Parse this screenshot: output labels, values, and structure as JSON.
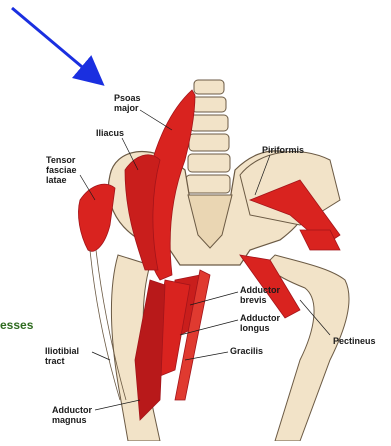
{
  "labels": {
    "psoas_major": "Psoas\nmajor",
    "iliacus": "Iliacus",
    "tensor_fasciae_latae": "Tensor\nfasciae\nlatae",
    "piriformis": "Piriformis",
    "adductor_brevis": "Adductor\nbrevis",
    "adductor_longus": "Adductor\nlongus",
    "gracilis": "Gracilis",
    "pectineus": "Pectineus",
    "iliotibial_tract": "Iliotibial\ntract",
    "adductor_magnus": "Adductor\nmagnus"
  },
  "side_text": "esses",
  "colors": {
    "arrow": "#1a2fe0",
    "muscle": "#d9231f",
    "muscle_dark": "#a3141a",
    "bone": "#f2e3c8",
    "bone_outline": "#6b5a44",
    "side_text": "#2e6b1f"
  }
}
